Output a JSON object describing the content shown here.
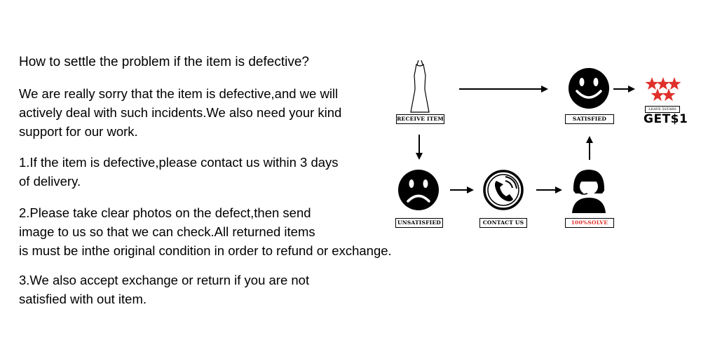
{
  "title": "How to settle the problem if the item is defective?",
  "intro": {
    "lines": [
      "We are really sorry that the item is defective,and we will",
      "actively deal with such incidents.We also need your kind",
      "support for our work."
    ]
  },
  "steps": [
    {
      "lines": [
        "1.If the item is defective,please contact us within 3 days",
        "of delivery."
      ]
    },
    {
      "lines": [
        "2.Please take clear photos on the defect,then send",
        "image to us so that we can check.All returned items",
        "is must be inthe original condition in order to refund or exchange."
      ]
    },
    {
      "lines": [
        "3.We also accept exchange or return if you are not",
        "satisfied with out item."
      ]
    }
  ],
  "flow": {
    "receive_label": "RECEIVE ITEM",
    "satisfied_label": "SATISFIED",
    "unsatisfied_label": "UNSATISFIED",
    "contact_label": "CONTACT US",
    "solve_label": "100%SOLVE",
    "leave_stars_label": "LEAVE 5STARS",
    "reward_label": "GET$1",
    "icons": [
      "dress-icon",
      "happy-face-icon",
      "sad-face-icon",
      "phone-icon",
      "support-agent-icon",
      "five-stars-icon"
    ],
    "colors": {
      "stars": "#e0302a",
      "solve_text": "#e0302a",
      "ink": "#000000"
    }
  }
}
